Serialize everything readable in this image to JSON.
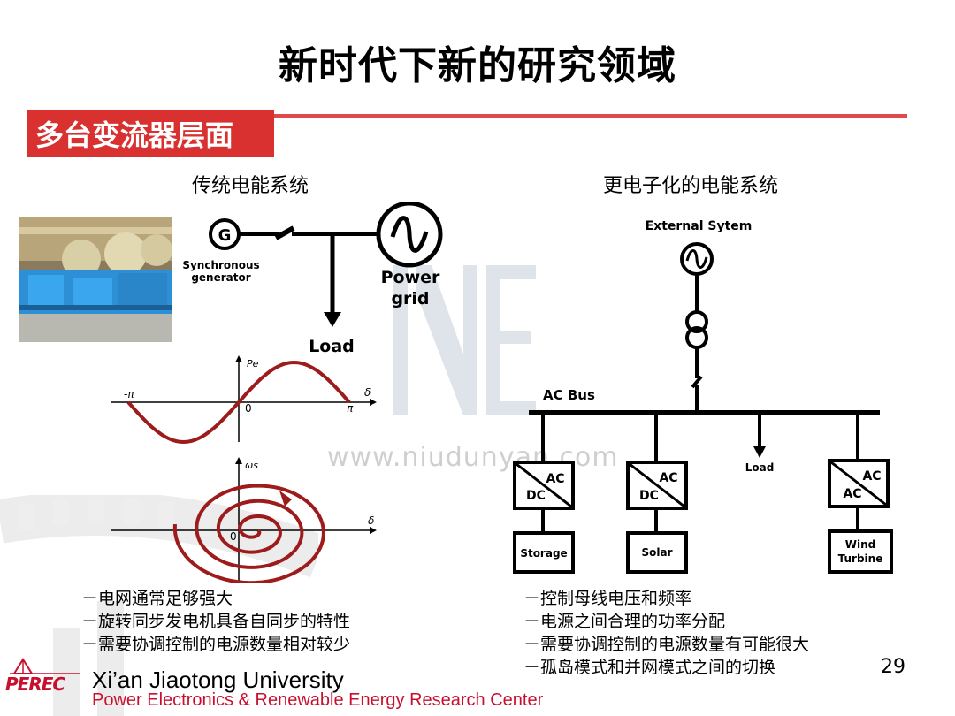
{
  "title": "新时代下新的研究领域",
  "section": "多台变流器层面",
  "left": {
    "subtitle": "传统电能系统",
    "generator_symbol": "G",
    "generator_label_1": "Synchronous",
    "generator_label_2": "generator",
    "grid_label_1": "Power",
    "grid_label_2": "grid",
    "load_label": "Load",
    "plot1": {
      "y_label": "Pe",
      "neg_pi": "-π",
      "origin": "0",
      "pi": "π",
      "x_label": "δ"
    },
    "plot2": {
      "y_label": "ωs",
      "origin": "0",
      "x_label": "δ"
    },
    "bullets": [
      "－电网通常足够强大",
      "－旋转同步发电机具备自同步的特性",
      "－需要协调控制的电源数量相对较少"
    ]
  },
  "right": {
    "subtitle": "更电子化的电能系统",
    "external_label": "External Sytem",
    "bus_label": "AC Bus",
    "load_label": "Load",
    "converters": [
      {
        "top": "AC",
        "bottom": "DC",
        "source": "Storage"
      },
      {
        "top": "AC",
        "bottom": "DC",
        "source": "Solar"
      },
      {
        "top": "AC",
        "bottom": "AC",
        "source_1": "Wind",
        "source_2": "Turbine"
      }
    ],
    "bullets": [
      "－控制母线电压和频率",
      "－电源之间合理的功率分配",
      "－需要协调控制的电源数量有可能很大",
      "－孤岛模式和并网模式之间的切换"
    ]
  },
  "watermark": "www.niudunyan.com",
  "page_number": "29",
  "footer": {
    "logo": "PEREC",
    "university": "Xi’an Jiaotong University",
    "center": "Power Electronics & Renewable Energy Research Center"
  },
  "colors": {
    "accent": "#d93030",
    "curve": "#9e1b1b",
    "footer_red": "#c8102e"
  }
}
